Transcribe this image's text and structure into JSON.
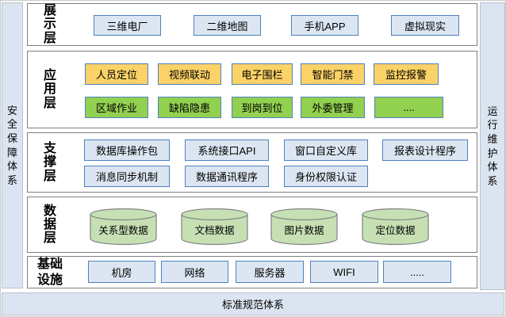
{
  "frame": {
    "left_label": "安全保障体系",
    "right_label": "运行维护体系",
    "bottom_label": "标准规范体系"
  },
  "layers": {
    "display": {
      "label": "展示层",
      "boxes": [
        "三维电厂",
        "二维地图",
        "手机APP",
        "虚拟现实"
      ]
    },
    "application": {
      "label": "应用层",
      "row1": [
        "人员定位",
        "视频联动",
        "电子围栏",
        "智能门禁",
        "监控报警"
      ],
      "row2": [
        "区域作业",
        "缺陷隐患",
        "到岗到位",
        "外委管理",
        "...."
      ]
    },
    "support": {
      "label": "支撑层",
      "row1": [
        "数据库操作包",
        "系统接口API",
        "窗口自定义库",
        "报表设计程序"
      ],
      "row2": [
        "消息同步机制",
        "数据通讯程序",
        "身份权限认证"
      ]
    },
    "data": {
      "label": "数据层",
      "cylinders": [
        "关系型数据",
        "文档数据",
        "图片数据",
        "定位数据"
      ]
    },
    "infrastructure": {
      "label": "基础设施",
      "boxes": [
        "机房",
        "网络",
        "服务器",
        "WIFI",
        "....."
      ]
    }
  },
  "colors": {
    "box_blue_fill": "#DCE6F2",
    "box_border_blue": "#4F81BD",
    "yellow_fill": "#FBD267",
    "green_fill": "#92D050",
    "cylinder_green_fill": "#C6E0B4",
    "cylinder_border": "#808080",
    "panel_border": "#808080",
    "strip_fill": "#DBE5F1"
  }
}
